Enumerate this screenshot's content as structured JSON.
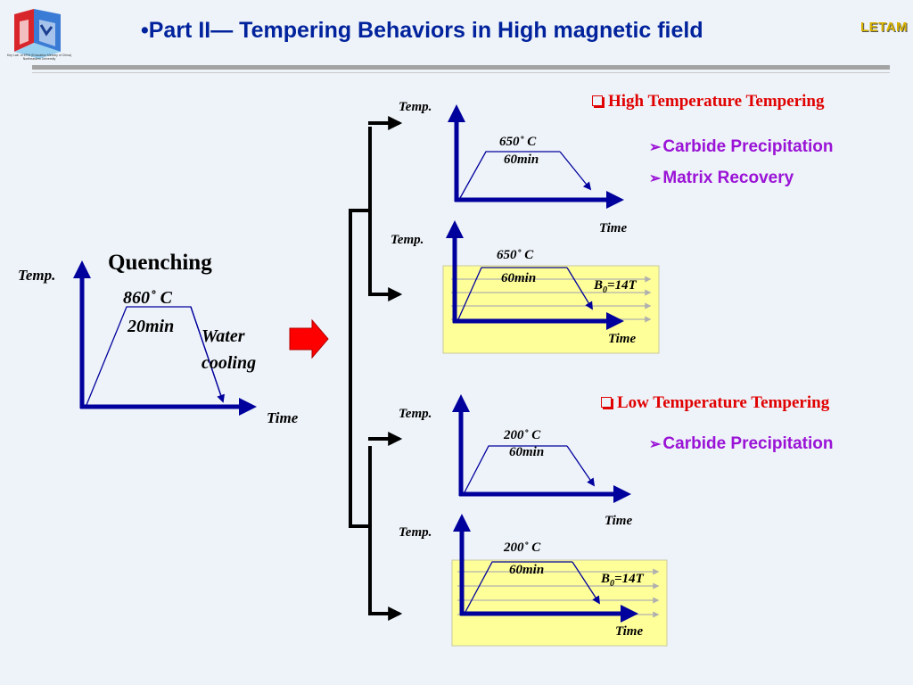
{
  "header": {
    "title": "•Part II— Tempering Behaviors in High magnetic field",
    "brand": "LETAM",
    "logo_caption": "Key Lab. of EPM (Education Ministry of China) Northeastern University"
  },
  "quenching": {
    "title": "Quenching",
    "temp_label": "Temp.",
    "time_label": "Time",
    "temperature": "860˚ C",
    "duration": "20min",
    "cooling_line1": "Water",
    "cooling_line2": "cooling"
  },
  "panels": {
    "ht_plain": {
      "temp_label": "Temp.",
      "time_label": "Time",
      "temperature": "650˚ C",
      "duration": "60min"
    },
    "ht_field": {
      "temp_label": "Temp.",
      "time_label": "Time",
      "temperature": "650˚ C",
      "duration": "60min",
      "field_prefix": "B",
      "field_sub": "0",
      "field_value": "=14T"
    },
    "lt_plain": {
      "temp_label": "Temp.",
      "time_label": "Time",
      "temperature": "200˚ C",
      "duration": "60min"
    },
    "lt_field": {
      "temp_label": "Temp.",
      "time_label": "Time",
      "temperature": "200˚ C",
      "duration": "60min",
      "field_prefix": "B",
      "field_sub": "0",
      "field_value": "=14T"
    }
  },
  "high_temp": {
    "heading": "High Temperature Tempering",
    "bullets": [
      "Carbide Precipitation",
      "Matrix Recovery"
    ]
  },
  "low_temp": {
    "heading": "Low Temperature Tempering",
    "bullets": [
      "Carbide Precipitation"
    ]
  },
  "colors": {
    "axis": "#00009c",
    "title": "#00229c",
    "heading": "#e00000",
    "bullet": "#9a13d6",
    "field_box": "#ffff99",
    "arrow": "#ff0000"
  }
}
